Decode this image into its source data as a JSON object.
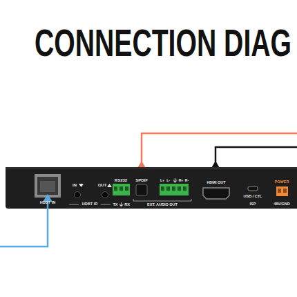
{
  "diagram": {
    "title": "CONNECTION DIAG",
    "labels": [
      "HDBT IN",
      "IN",
      "OUT",
      "HDBT IR",
      "RS232",
      "TX",
      "RX",
      "SPDIF",
      "L+",
      "L-",
      "R+",
      "R-",
      "EXT. AUDIO OUT",
      "HDMI OUT",
      "USB / CTL",
      "ISP",
      "POWER",
      "48V/GND"
    ]
  }
}
